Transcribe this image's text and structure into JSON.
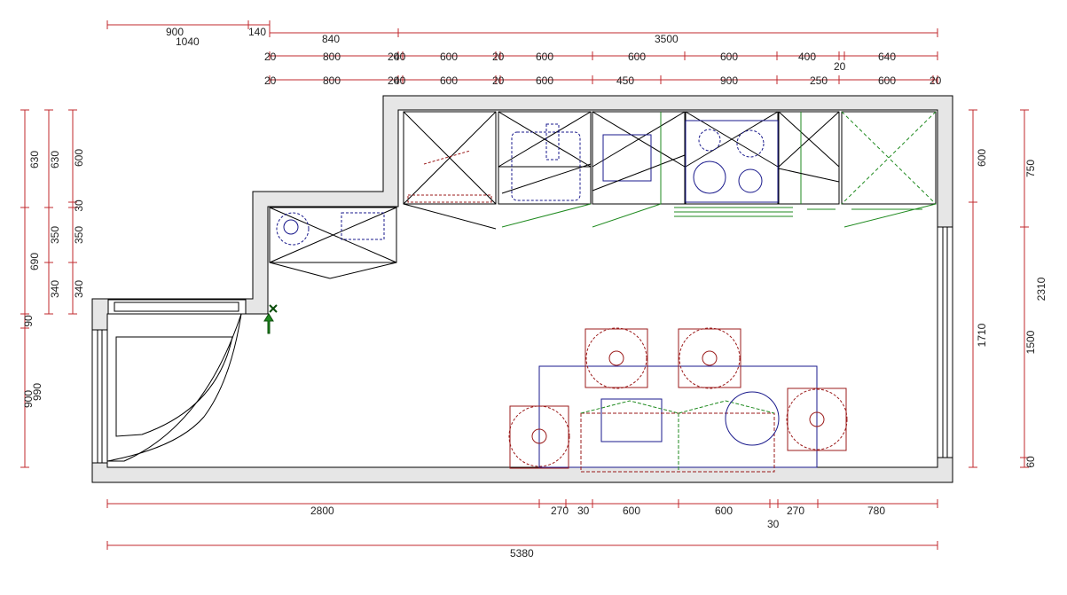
{
  "colors": {
    "dimension": "#c0282d",
    "wall_fill": "#e6e6e6",
    "outline": "#000000",
    "cabinet_green": "#1f8a1f",
    "appliance_blue": "#1a1a8c",
    "chair_red": "#9b1b1b"
  },
  "dimensions": {
    "top_row1": [
      "900",
      "1040",
      "140",
      "840",
      "3500"
    ],
    "top_row2": [
      "20",
      "800",
      "20",
      "40",
      "600",
      "20",
      "600",
      "600",
      "600",
      "400",
      "20",
      "640"
    ],
    "top_row3": [
      "20",
      "800",
      "20",
      "40",
      "600",
      "20",
      "600",
      "450",
      "900",
      "250",
      "600",
      "20"
    ],
    "left_col1": [
      "630",
      "690",
      "90",
      "900"
    ],
    "left_col2": [
      "630",
      "350",
      "340",
      "990"
    ],
    "left_col3": [
      "600",
      "30",
      "350",
      "340"
    ],
    "right_col1": [
      "600",
      "1710"
    ],
    "right_col2": [
      "750",
      "2310",
      "1500",
      "60"
    ],
    "bottom_row1": [
      "2800",
      "270",
      "30",
      "600",
      "600",
      "30",
      "270",
      "780"
    ],
    "bottom_total": "5380"
  },
  "icons": [
    "entry-arrow-icon",
    "close-marker-icon"
  ]
}
